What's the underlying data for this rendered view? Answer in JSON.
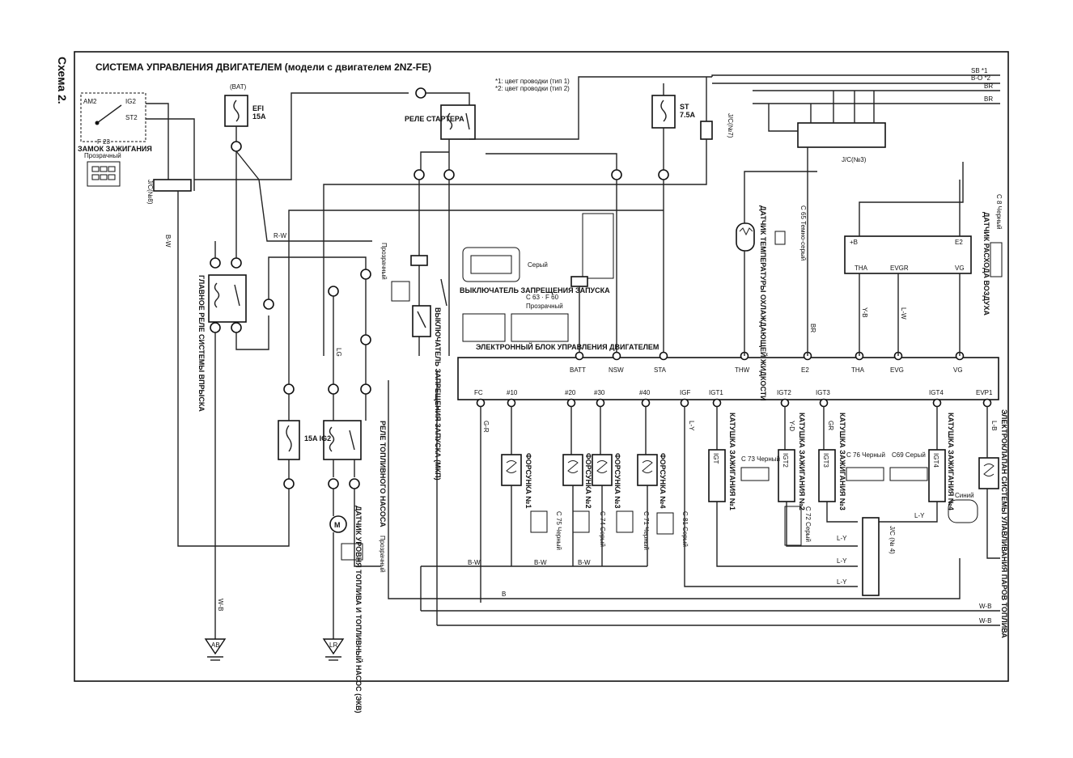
{
  "side_label": "Схема 2.",
  "title": "СИСТЕМА УПРАВЛЕНИЯ ДВИГАТЕЛЕМ (модели с двигателем 2NZ-FE)",
  "notes": [
    "*1: цвет проводки (тип 1)",
    "*2: цвет проводки (тип 2)"
  ],
  "top_wires": [
    "SB *1",
    "B-O *2",
    "BR",
    "BR"
  ],
  "components": {
    "ignition_switch": {
      "label": "ЗАМОК ЗАЖИГАНИЯ",
      "sub": "Прозрачный",
      "pins": [
        "AM2",
        "IG2",
        "ST2"
      ],
      "code": "F 23"
    },
    "efi_fuse": {
      "label": "EFI",
      "rating": "15A",
      "bat": "(BAT)"
    },
    "starter_relay": {
      "label": "РЕЛЕ СТАРТЕРА"
    },
    "st_fuse": {
      "label": "ST",
      "rating": "7.5A"
    },
    "main_relay": {
      "label": "ГЛАВНОЕ РЕЛЕ СИСТЕМЫ ВПРЫСКА"
    },
    "fuel_relay": {
      "label": "РЕЛЕ ТОПЛИВНОГО НАСОСА"
    },
    "fuse_ig2": {
      "label": "15A IG2"
    },
    "start_inhibit": {
      "label": "ВЫКЛЮЧАТЕЛЬ ЗАПРЕЩЕНИЯ ЗАПУСКА",
      "sub": "Серый",
      "alt": "ВЫКЛЮЧАТЕЛЬ ЗАПРЕЩЕНИЯ ЗАПУСКА (МКП)",
      "alt_sub": "Прозрачный"
    },
    "coolant_sensor": {
      "label": "ДАТЧИК ТЕМПЕРАТУРЫ ОХЛАЖДАЮЩЕЙ ЖИДКОСТИ",
      "code": "C 65 Темно-серый"
    },
    "maf_sensor": {
      "label": "ДАТЧИК РАСХОДА ВОЗДУХА",
      "code": "C 8 Черный",
      "pins": [
        "+B",
        "E2",
        "THA",
        "EVGR",
        "VG"
      ]
    },
    "ecu": {
      "label": "ЭЛЕКТРОННЫЙ БЛОК УПРАВЛЕНИЯ ДВИГАТЕЛЕМ",
      "connectors": "C 63 · F 60",
      "sub": "Прозрачный"
    },
    "fuel_gauge": {
      "label": "ДАТЧИК УРОВНЯ ТОПЛИВА И ТОПЛИВНЫЙ НАСОС (ЭКВ)",
      "sub": "Прозрачный"
    },
    "injectors": [
      "ФОРСУНКА №1",
      "ФОРСУНКА №2",
      "ФОРСУНКА №3",
      "ФОРСУНКА №4"
    ],
    "coils": [
      "КАТУШКА ЗАЖИГАНИЯ №1",
      "КАТУШКА ЗАЖИГАНИЯ №2",
      "КАТУШКА ЗАЖИГАНИЯ №3",
      "КАТУШКА ЗАЖИГАНИЯ №4"
    ],
    "evap_valve": {
      "label": "ЭЛЕКТРОКЛАПАН СИСТЕМЫ УЛАВЛИВАНИЯ ПАРОВ ТОПЛИВА",
      "sub": "Синий"
    },
    "connector_notes": [
      "C 73 Черный",
      "C 76 Черный",
      "C69 Серый",
      "C 75 Черный",
      "C 74 Серый",
      "C 71 Черный",
      "C 81 Серый",
      "C 72 Серый"
    ]
  },
  "ecu_pins_top": [
    "BATT",
    "NSW",
    "STA",
    "THW",
    "E2",
    "THA",
    "EVG",
    "VG"
  ],
  "ecu_pins_bottom": [
    "FC",
    "#10",
    "#20",
    "#30",
    "#40",
    "IGF",
    "IGT1",
    "IGT2",
    "IGT3",
    "IGT4",
    "EVP1"
  ],
  "junctions": [
    "J/C(№8)",
    "J/C(№7)",
    "J/C(№3)",
    "J/C (№ 4)"
  ],
  "grounds": [
    "AB",
    "LR"
  ],
  "wire_colors": [
    "B-W",
    "W-B",
    "R-W",
    "G-R",
    "L-Y",
    "Y-D",
    "GR",
    "BR",
    "Y-B",
    "L-W",
    "L-B",
    "LG",
    "W-B",
    "B"
  ]
}
